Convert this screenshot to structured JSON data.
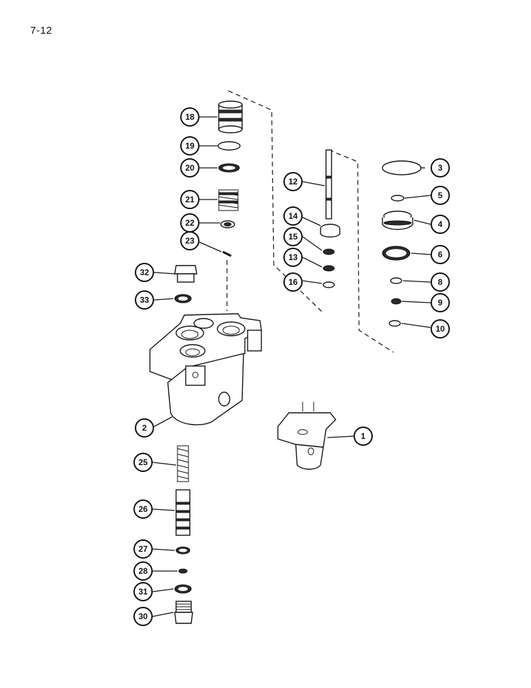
{
  "page": {
    "number": "7-12"
  },
  "callouts": [
    {
      "id": "c18",
      "label": "18"
    },
    {
      "id": "c19",
      "label": "19"
    },
    {
      "id": "c20",
      "label": "20"
    },
    {
      "id": "c21",
      "label": "21"
    },
    {
      "id": "c22",
      "label": "22"
    },
    {
      "id": "c23",
      "label": "23"
    },
    {
      "id": "c32",
      "label": "32"
    },
    {
      "id": "c33",
      "label": "33"
    },
    {
      "id": "c2",
      "label": "2"
    },
    {
      "id": "c25",
      "label": "25"
    },
    {
      "id": "c26",
      "label": "26"
    },
    {
      "id": "c27",
      "label": "27"
    },
    {
      "id": "c28",
      "label": "28"
    },
    {
      "id": "c31",
      "label": "31"
    },
    {
      "id": "c30",
      "label": "30"
    },
    {
      "id": "c12",
      "label": "12"
    },
    {
      "id": "c14",
      "label": "14"
    },
    {
      "id": "c15",
      "label": "15"
    },
    {
      "id": "c13",
      "label": "13"
    },
    {
      "id": "c16",
      "label": "16"
    },
    {
      "id": "c3",
      "label": "3"
    },
    {
      "id": "c5",
      "label": "5"
    },
    {
      "id": "c4",
      "label": "4"
    },
    {
      "id": "c6",
      "label": "6"
    },
    {
      "id": "c8",
      "label": "8"
    },
    {
      "id": "c9",
      "label": "9"
    },
    {
      "id": "c10",
      "label": "10"
    },
    {
      "id": "c1",
      "label": "1"
    }
  ]
}
